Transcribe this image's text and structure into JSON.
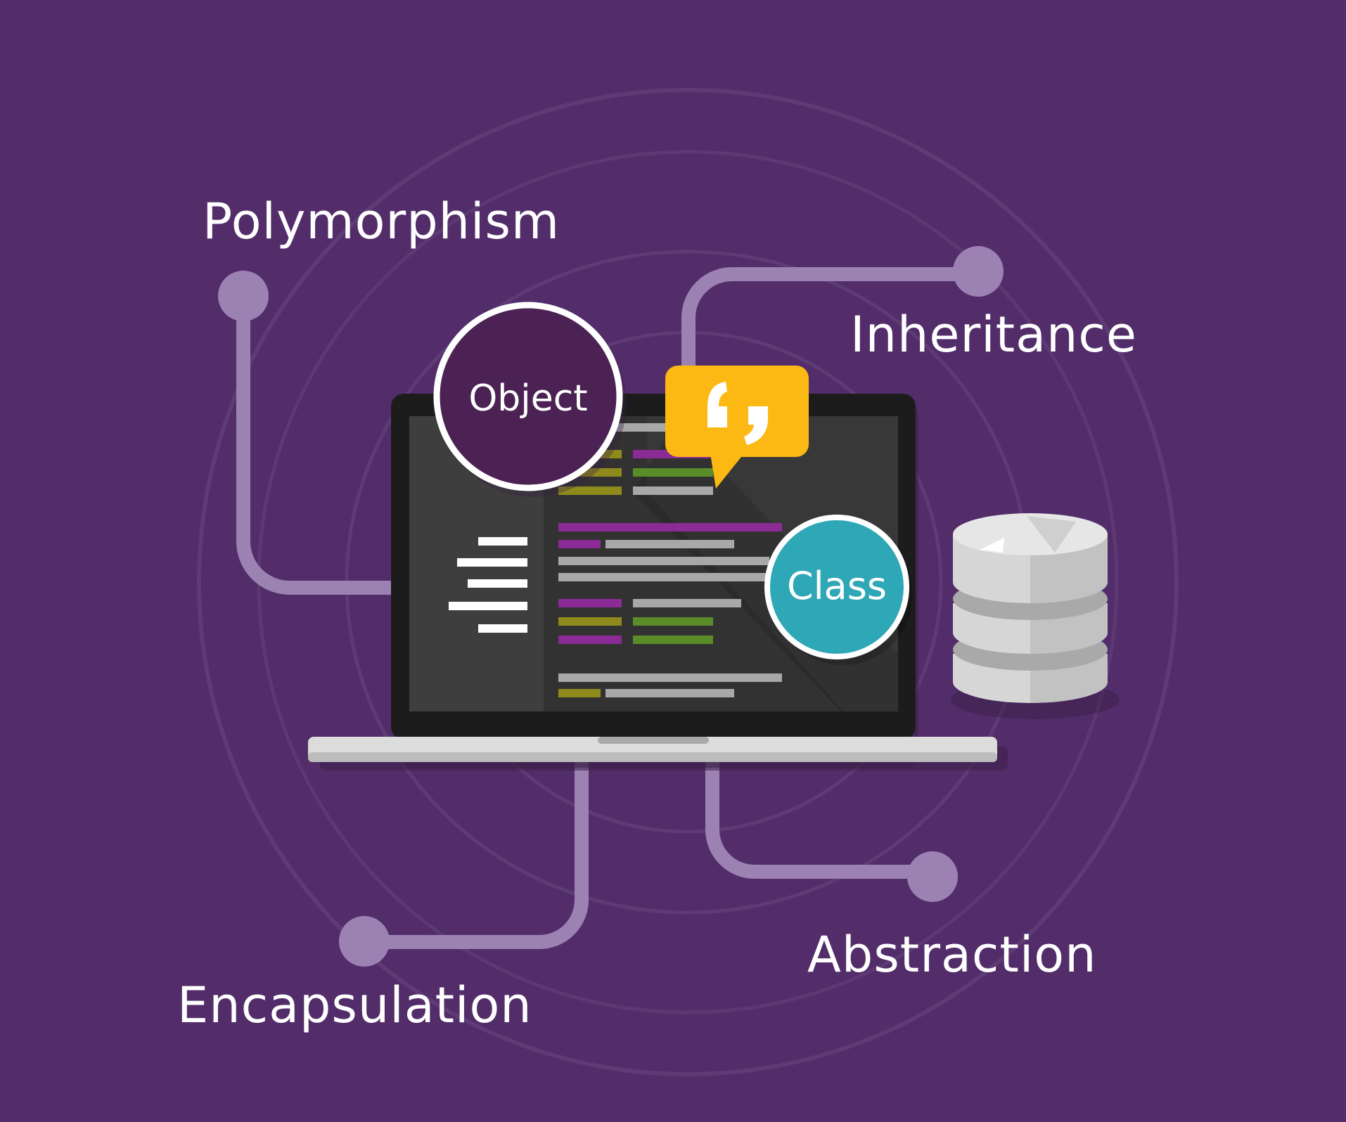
{
  "concepts": {
    "polymorphism": "Polymorphism",
    "inheritance": "Inheritance",
    "abstraction": "Abstraction",
    "encapsulation": "Encapsulation"
  },
  "badges": {
    "object": "Object",
    "class": "Class"
  },
  "icons": {
    "speech_bubble": "quote-speech-bubble-icon",
    "database": "database-icon",
    "menu": "menu-lines-icon",
    "laptop": "laptop-icon"
  },
  "colors": {
    "background": "#522d6a",
    "text": "#ffffff",
    "connector": "#9c82b3",
    "object_fill": "#4b2253",
    "class_fill": "#2ea7b6",
    "bubble_fill": "#fdb913",
    "code_purple": "#8b2b96",
    "code_olive": "#8f8a1c",
    "code_green": "#5b8c2a",
    "code_gray": "#a8a8a8"
  }
}
